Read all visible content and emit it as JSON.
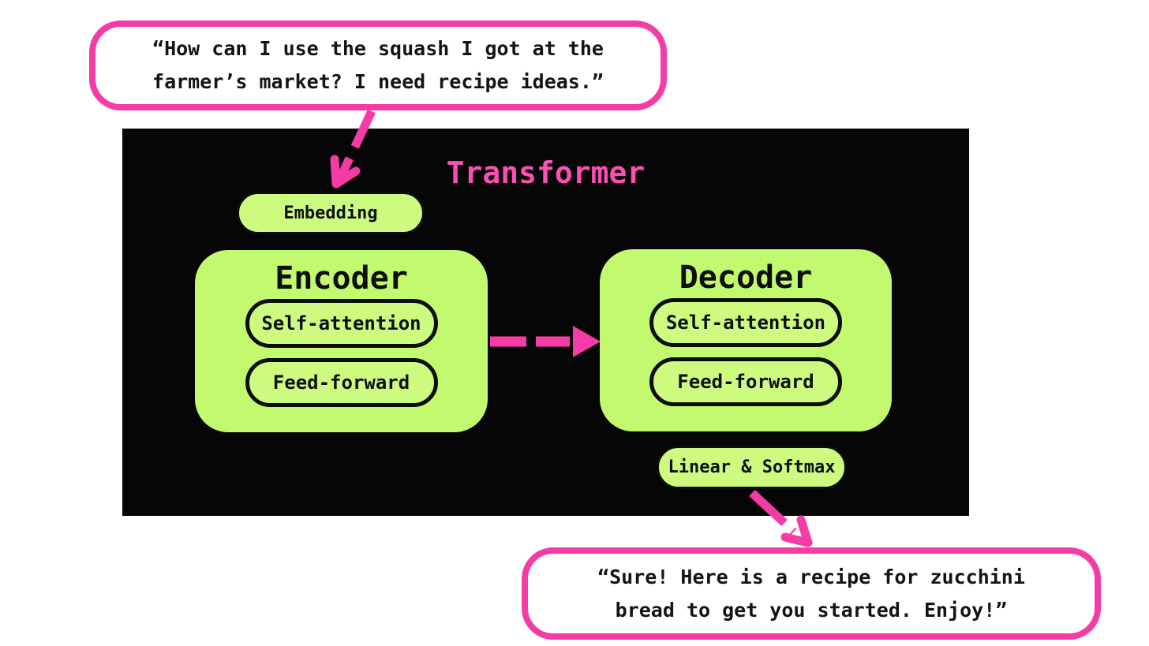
{
  "palette": {
    "pink": "#F43BA6",
    "pink_title": "#FB4FB3",
    "green_block": "#C3F96E",
    "green_pill": "#CDFB80",
    "panel_black": "#060606",
    "text_black": "#0E0E0E",
    "bubble_bg": "#FFFFFF"
  },
  "input_bubble": {
    "line1": "“How can I use the squash I got at the",
    "line2": "farmer’s market? I need recipe ideas.”"
  },
  "output_bubble": {
    "line1": "“Sure! Here is a recipe for zucchini",
    "line2": "bread to get you started. Enjoy!”"
  },
  "diagram": {
    "title": "Transformer",
    "embedding_label": "Embedding",
    "encoder": {
      "title": "Encoder",
      "pills": [
        "Self-attention",
        "Feed-forward"
      ]
    },
    "decoder": {
      "title": "Decoder",
      "pills": [
        "Self-attention",
        "Feed-forward"
      ]
    },
    "linear_softmax_label": "Linear & Softmax"
  }
}
